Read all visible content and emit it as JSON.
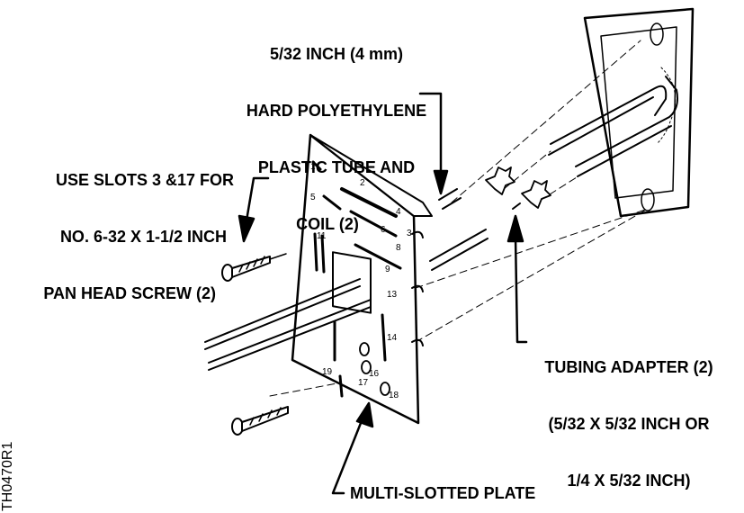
{
  "labels": {
    "tube": [
      "5/32 INCH (4 mm)",
      "HARD POLYETHYLENE",
      "PLASTIC TUBE AND",
      "COIL (2)"
    ],
    "slots": [
      "USE SLOTS 3 &17 FOR",
      "NO. 6-32 X 1-1/2 INCH",
      "PAN HEAD SCREW (2)"
    ],
    "adapter": [
      "TUBING ADAPTER (2)",
      "(5/32 X 5/32 INCH OR",
      "1/4 X 5/32 INCH)"
    ],
    "plate": "MULTI-SLOTTED PLATE",
    "figure_id": "TH0470R1"
  },
  "slot_numbers": [
    "1",
    "2",
    "3",
    "4",
    "5",
    "6",
    "8",
    "9",
    "11",
    "13",
    "14",
    "16",
    "17",
    "18",
    "19"
  ]
}
